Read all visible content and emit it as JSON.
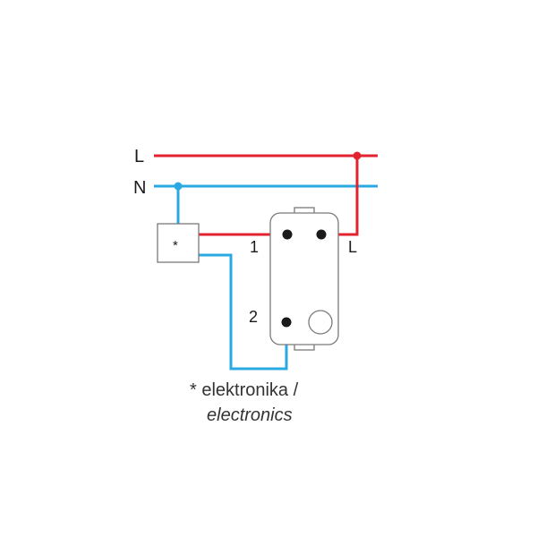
{
  "labels": {
    "line": "L",
    "neutral": "N",
    "terminal_1": "1",
    "terminal_2": "2",
    "terminal_l": "L",
    "electronics_box": "*"
  },
  "note": {
    "line1": "* elektronika /",
    "line2": "electronics"
  },
  "colors": {
    "line_wire": "#e2232f",
    "neutral_wire": "#29a9e1",
    "outline": "#7a7a7a",
    "terminal": "#1a1a1a",
    "text": "#1a1a1a"
  }
}
